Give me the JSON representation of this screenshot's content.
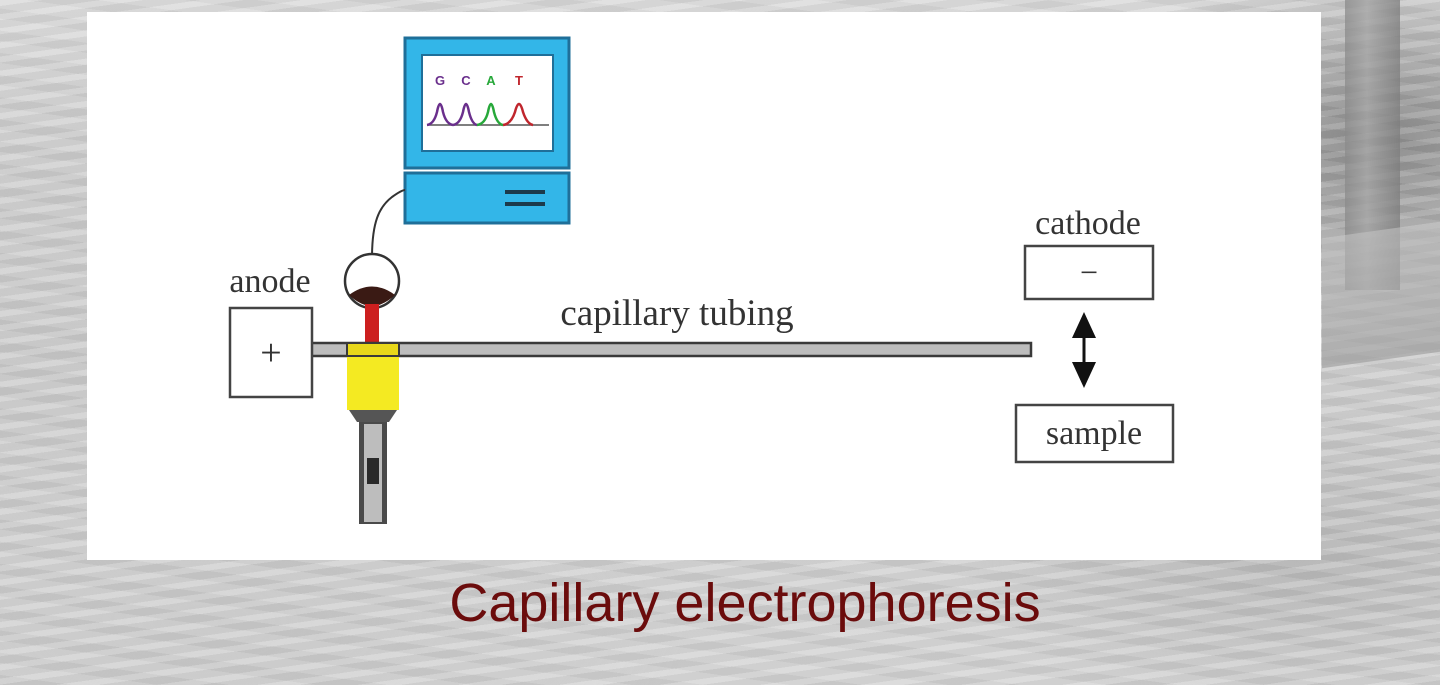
{
  "diagram": {
    "labels": {
      "anode": "anode",
      "anode_sign": "+",
      "cathode": "cathode",
      "cathode_sign": "−",
      "capillary": "capillary tubing",
      "sample": "sample"
    },
    "monitor_bases": [
      "G",
      "C",
      "A",
      "T"
    ],
    "colors": {
      "monitor_blue": "#33b6e8",
      "detector_red": "#cc1f1f",
      "detector_yellow": "#f4ea22",
      "trace_purple": "#6a2f8c",
      "trace_green": "#27a83a",
      "trace_red": "#c0262d"
    }
  },
  "caption": {
    "text": "Capillary electrophoresis",
    "color": "#6b0c0c"
  }
}
